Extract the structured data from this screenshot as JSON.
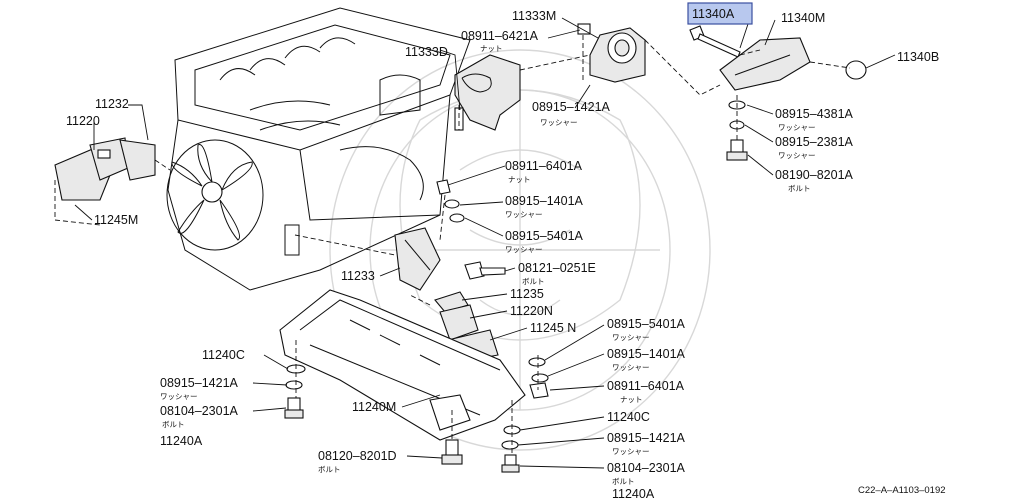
{
  "diagram": {
    "callouts": [
      {
        "id": "c_11340A",
        "label": "11340A",
        "highlight": true
      },
      {
        "id": "c_11340M",
        "label": "11340M"
      },
      {
        "id": "c_11340B",
        "label": "11340B"
      },
      {
        "id": "c_11333M",
        "label": "11333M"
      },
      {
        "id": "c_08911_6421A",
        "label": "08911–6421A",
        "sub": "ナット"
      },
      {
        "id": "c_11333D",
        "label": "11333D"
      },
      {
        "id": "c_08915_1421A_top",
        "label": "08915–1421A",
        "sub": "ワッシャー"
      },
      {
        "id": "c_08915_4381A",
        "label": "08915–4381A",
        "sub": "ワッシャー"
      },
      {
        "id": "c_08915_2381A",
        "label": "08915–2381A",
        "sub": "ワッシャー"
      },
      {
        "id": "c_08190_8201A",
        "label": "08190–8201A",
        "sub": "ボルト"
      },
      {
        "id": "c_11232",
        "label": "11232"
      },
      {
        "id": "c_11220",
        "label": "11220"
      },
      {
        "id": "c_11245M",
        "label": "11245M"
      },
      {
        "id": "c_08911_6401A_top",
        "label": "08911–6401A",
        "sub": "ナット"
      },
      {
        "id": "c_08915_1401A_top",
        "label": "08915–1401A",
        "sub": "ワッシャー"
      },
      {
        "id": "c_08915_5401A_top",
        "label": "08915–5401A",
        "sub": "ワッシャー"
      },
      {
        "id": "c_11233",
        "label": "11233"
      },
      {
        "id": "c_08121_0251E",
        "label": "08121–0251E",
        "sub": "ボルト"
      },
      {
        "id": "c_11235",
        "label": "11235"
      },
      {
        "id": "c_11220N",
        "label": "11220N"
      },
      {
        "id": "c_11245N",
        "label": "11245 N"
      },
      {
        "id": "c_08915_5401A_bot",
        "label": "08915–5401A",
        "sub": "ワッシャー"
      },
      {
        "id": "c_08915_1401A_bot",
        "label": "08915–1401A",
        "sub": "ワッシャー"
      },
      {
        "id": "c_08911_6401A_bot",
        "label": "08911–6401A",
        "sub": "ナット"
      },
      {
        "id": "c_11240C_left",
        "label": "11240C"
      },
      {
        "id": "c_08915_1421A_left",
        "label": "08915–1421A",
        "sub": "ワッシャー"
      },
      {
        "id": "c_08104_2301A_left",
        "label": "08104–2301A",
        "sub": "ボルト"
      },
      {
        "id": "c_11240A_left",
        "label": "11240A"
      },
      {
        "id": "c_11240M",
        "label": "11240M"
      },
      {
        "id": "c_08120_8201D",
        "label": "08120–8201D",
        "sub": "ボルト"
      },
      {
        "id": "c_11240C_right",
        "label": "11240C"
      },
      {
        "id": "c_08915_1421A_right",
        "label": "08915–1421A",
        "sub": "ワッシャー"
      },
      {
        "id": "c_08104_2301A_right",
        "label": "08104–2301A",
        "sub": "ボルト"
      },
      {
        "id": "c_11240A_right",
        "label": "11240A"
      }
    ],
    "figure_code": "C22–A–A1103–0192"
  }
}
